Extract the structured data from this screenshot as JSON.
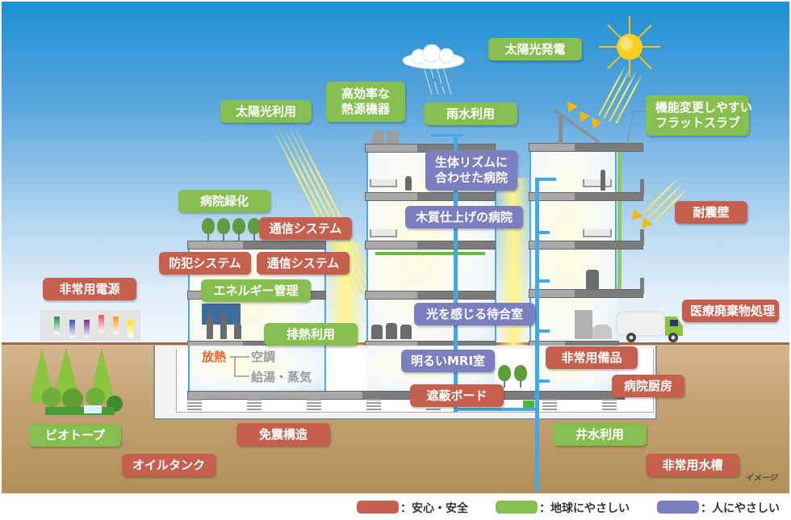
{
  "diagram": {
    "labels": {
      "solar_use": "太陽光利用",
      "high_efficiency_heat": [
        "高効率な",
        "熱源機器"
      ],
      "rainwater": "雨水利用",
      "solar_power": "太陽光発電",
      "flat_slab": [
        "機能変更しやすい",
        "フラットスラブ"
      ],
      "seismic_wall": "耐震壁",
      "greening": "病院緑化",
      "comm_system_top": "通信システム",
      "security_system": "防犯システム",
      "comm_system": "通信システム",
      "energy_mgmt": "エネルギー管理",
      "emergency_power": "非常用電源",
      "exhaust_heat": "排熱利用",
      "circadian": [
        "生体リズムに",
        "合わせた病院"
      ],
      "wooden_finish": "木質仕上げの病院",
      "light_waiting": "光を感じる待合室",
      "bright_mri": "明るいMRI室",
      "shielding_board": "遮蔽ボード",
      "emergency_supplies": "非常用備品",
      "hospital_kitchen": "病院厨房",
      "medical_waste": "医療廃棄物処理",
      "biotope": "ビオトープ",
      "base_isolation": "免震構造",
      "oil_tank": "オイルタンク",
      "well_water": "井水利用",
      "emergency_water_tank": "非常用水槽"
    },
    "heat_flow": {
      "source": "放熱",
      "targets": [
        "空調",
        "給湯・蒸気"
      ]
    },
    "footnote": "イメージ"
  },
  "legend": [
    {
      "label": "：安心・安全",
      "color": "#c5604f"
    },
    {
      "label": "：地球にやさしい",
      "color": "#86be4f"
    },
    {
      "label": "：人にやさしい",
      "color": "#7b7fbf"
    }
  ],
  "colors": {
    "safety": "#c5604f",
    "eco": "#86be4f",
    "human": "#7b7fbf",
    "water_pipe": "#42a9e6",
    "sky_top": "#1d8fd3",
    "ground": "#b38f57"
  },
  "icons": [
    "sun-icon",
    "cloud-rain-icon",
    "solar-panel-icon",
    "truck-icon",
    "tree-icon",
    "person-icon",
    "bed-icon"
  ]
}
